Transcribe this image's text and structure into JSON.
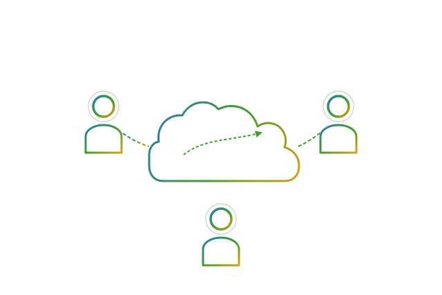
{
  "diagram": {
    "nodes": [
      {
        "id": "cloud",
        "kind": "cloud-icon"
      },
      {
        "id": "user-left",
        "kind": "user-icon"
      },
      {
        "id": "user-right",
        "kind": "user-icon"
      },
      {
        "id": "user-bottom",
        "kind": "user-icon"
      }
    ],
    "edges": [
      {
        "from": "user-left",
        "to": "cloud",
        "style": "dashed"
      },
      {
        "from": "user-right",
        "to": "cloud",
        "style": "dashed"
      }
    ],
    "inner_arrow": {
      "style": "dashed",
      "direction": "up-right"
    }
  },
  "colors": {
    "background": "#ffffff",
    "gradient_start": "#2a7bb0",
    "gradient_mid": "#3f9e2e",
    "gradient_end": "#d8a21c",
    "halo": "#c8d6c0",
    "connector": "#4a9a2a"
  }
}
